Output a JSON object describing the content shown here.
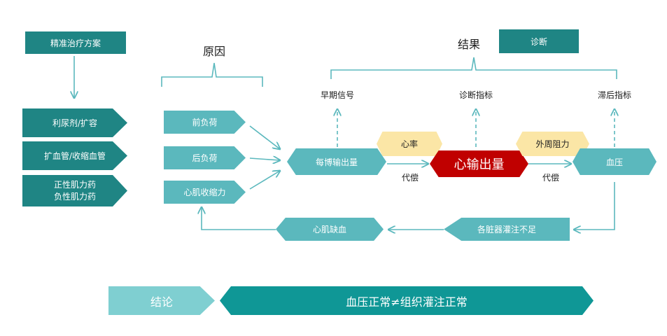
{
  "left": {
    "top_box": "精准治疗方案",
    "drugs": [
      "利尿剂/扩容",
      "扩血管/收缩血管"
    ],
    "drug_multi": [
      "正性肌力药",
      "负性肌力药"
    ]
  },
  "causes": {
    "title": "原因",
    "items": [
      "前负荷",
      "后负荷",
      "心肌收缩力"
    ]
  },
  "results": {
    "title": "结果",
    "diagnosis": "诊断",
    "indicators": [
      "早期信号",
      "诊断指标",
      "滞后指标"
    ]
  },
  "main_row": {
    "stroke_volume": "每博输出量",
    "heart_rate": "心率",
    "cardiac_output": "心输出量",
    "peripheral_resistance": "外周阻力",
    "blood_pressure": "血压",
    "compensation_left": "代偿",
    "compensation_right": "代偿"
  },
  "feedback": {
    "organ_perfusion": "各脏器灌注不足",
    "ischemia": "心肌缺血"
  },
  "conclusion": {
    "label": "结论",
    "text": "血压正常≠组织灌注正常"
  },
  "colors": {
    "dark_teal": "#1f8584",
    "light_teal": "#5bb8bd",
    "red": "#c00000",
    "yellow": "#fbe6a6",
    "line": "#5bb8bd"
  }
}
